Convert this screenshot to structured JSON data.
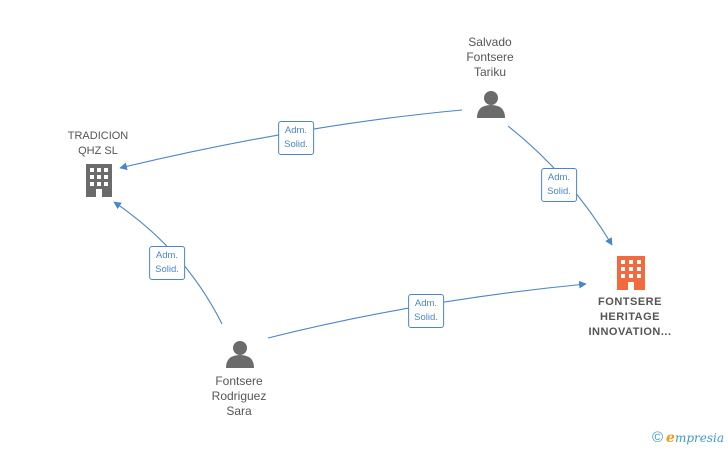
{
  "nodes": {
    "tradicion": {
      "lines": [
        "TRADICION",
        "QHZ  SL"
      ],
      "type": "company",
      "color": "#6b6b6b"
    },
    "salvado": {
      "lines": [
        "Salvado",
        "Fontsere",
        "Tariku"
      ],
      "type": "person",
      "color": "#6b6b6b"
    },
    "fontsere_heritage": {
      "lines": [
        "FONTSERE",
        "HERITAGE",
        "INNOVATION..."
      ],
      "type": "company-target",
      "color": "#f26a3d"
    },
    "fontsere_sara": {
      "lines": [
        "Fontsere",
        "Rodriguez",
        "Sara"
      ],
      "type": "person",
      "color": "#6b6b6b"
    }
  },
  "edges": [
    {
      "from": "salvado",
      "to": "tradicion",
      "label": [
        "Adm.",
        "Solid."
      ]
    },
    {
      "from": "salvado",
      "to": "fontsere_heritage",
      "label": [
        "Adm.",
        "Solid."
      ]
    },
    {
      "from": "fontsere_sara",
      "to": "tradicion",
      "label": [
        "Adm.",
        "Solid."
      ]
    },
    {
      "from": "fontsere_sara",
      "to": "fontsere_heritage",
      "label": [
        "Adm.",
        "Solid."
      ]
    }
  ],
  "edge_color": "#4a86c8",
  "footer": {
    "copyright": "©",
    "brand_initial": "e",
    "brand_rest": "mpresia"
  }
}
